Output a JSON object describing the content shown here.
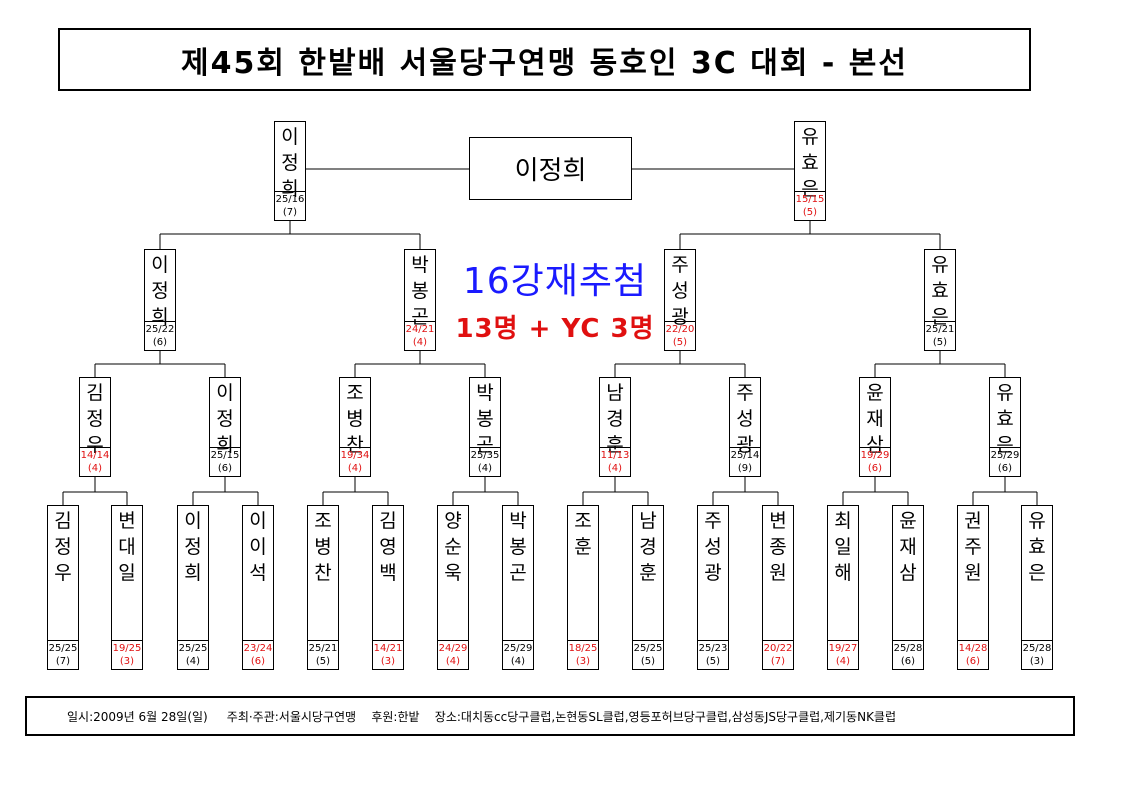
{
  "title": "제45회 한밭배 서울당구연맹 동호인 3C 대회 - 본선",
  "final": {
    "winner": "이정희"
  },
  "draw": {
    "title": "16강재추첨",
    "subtitle": "13명 + YC 3명"
  },
  "footer": "일시:2009년 6월 28일(일)     주최·주관:서울시당구연맹    후원:한밭    장소:대치동cc당구클럽,논현동SL클럽,영등포허브당구클럽,삼성동JS당구클럽,제기동NK클럽",
  "bracket": {
    "round16": [
      {
        "name": "김정우",
        "score": "25/25",
        "inning": "(7)",
        "red": false
      },
      {
        "name": "변대일",
        "score": "19/25",
        "inning": "(3)",
        "red": true
      },
      {
        "name": "이정희",
        "score": "25/25",
        "inning": "(4)",
        "red": false
      },
      {
        "name": "이이석",
        "score": "23/24",
        "inning": "(6)",
        "red": true
      },
      {
        "name": "조병찬",
        "score": "25/21",
        "inning": "(5)",
        "red": false
      },
      {
        "name": "김영백",
        "score": "14/21",
        "inning": "(3)",
        "red": true
      },
      {
        "name": "양순욱",
        "score": "24/29",
        "inning": "(4)",
        "red": true
      },
      {
        "name": "박봉곤",
        "score": "25/29",
        "inning": "(4)",
        "red": false
      },
      {
        "name": "조훈",
        "score": "18/25",
        "inning": "(3)",
        "red": true
      },
      {
        "name": "남경훈",
        "score": "25/25",
        "inning": "(5)",
        "red": false
      },
      {
        "name": "주성광",
        "score": "25/23",
        "inning": "(5)",
        "red": false
      },
      {
        "name": "변종원",
        "score": "20/22",
        "inning": "(7)",
        "red": true
      },
      {
        "name": "최일해",
        "score": "19/27",
        "inning": "(4)",
        "red": true
      },
      {
        "name": "윤재삼",
        "score": "25/28",
        "inning": "(6)",
        "red": false
      },
      {
        "name": "권주원",
        "score": "14/28",
        "inning": "(6)",
        "red": true
      },
      {
        "name": "유효은",
        "score": "25/28",
        "inning": "(3)",
        "red": false
      }
    ],
    "quarter": [
      {
        "name": "김정우",
        "score": "14/14",
        "inning": "(4)",
        "red": true
      },
      {
        "name": "이정희",
        "score": "25/15",
        "inning": "(6)",
        "red": false
      },
      {
        "name": "조병찬",
        "score": "19/34",
        "inning": "(4)",
        "red": true
      },
      {
        "name": "박봉곤",
        "score": "25/35",
        "inning": "(4)",
        "red": false
      },
      {
        "name": "남경훈",
        "score": "11/13",
        "inning": "(4)",
        "red": true
      },
      {
        "name": "주성광",
        "score": "25/14",
        "inning": "(9)",
        "red": false
      },
      {
        "name": "윤재삼",
        "score": "19/29",
        "inning": "(6)",
        "red": true
      },
      {
        "name": "유효은",
        "score": "25/29",
        "inning": "(6)",
        "red": false
      }
    ],
    "semi": [
      {
        "name": "이정희",
        "score": "25/22",
        "inning": "(6)",
        "red": false
      },
      {
        "name": "박봉곤",
        "score": "24/21",
        "inning": "(4)",
        "red": true
      },
      {
        "name": "주성광",
        "score": "22/20",
        "inning": "(5)",
        "red": true
      },
      {
        "name": "유효은",
        "score": "25/21",
        "inning": "(5)",
        "red": false
      }
    ],
    "finalists": [
      {
        "name": "이정희",
        "score": "25/16",
        "inning": "(7)",
        "red": false
      },
      {
        "name": "유효은",
        "score": "15/15",
        "inning": "(5)",
        "red": true
      }
    ]
  }
}
